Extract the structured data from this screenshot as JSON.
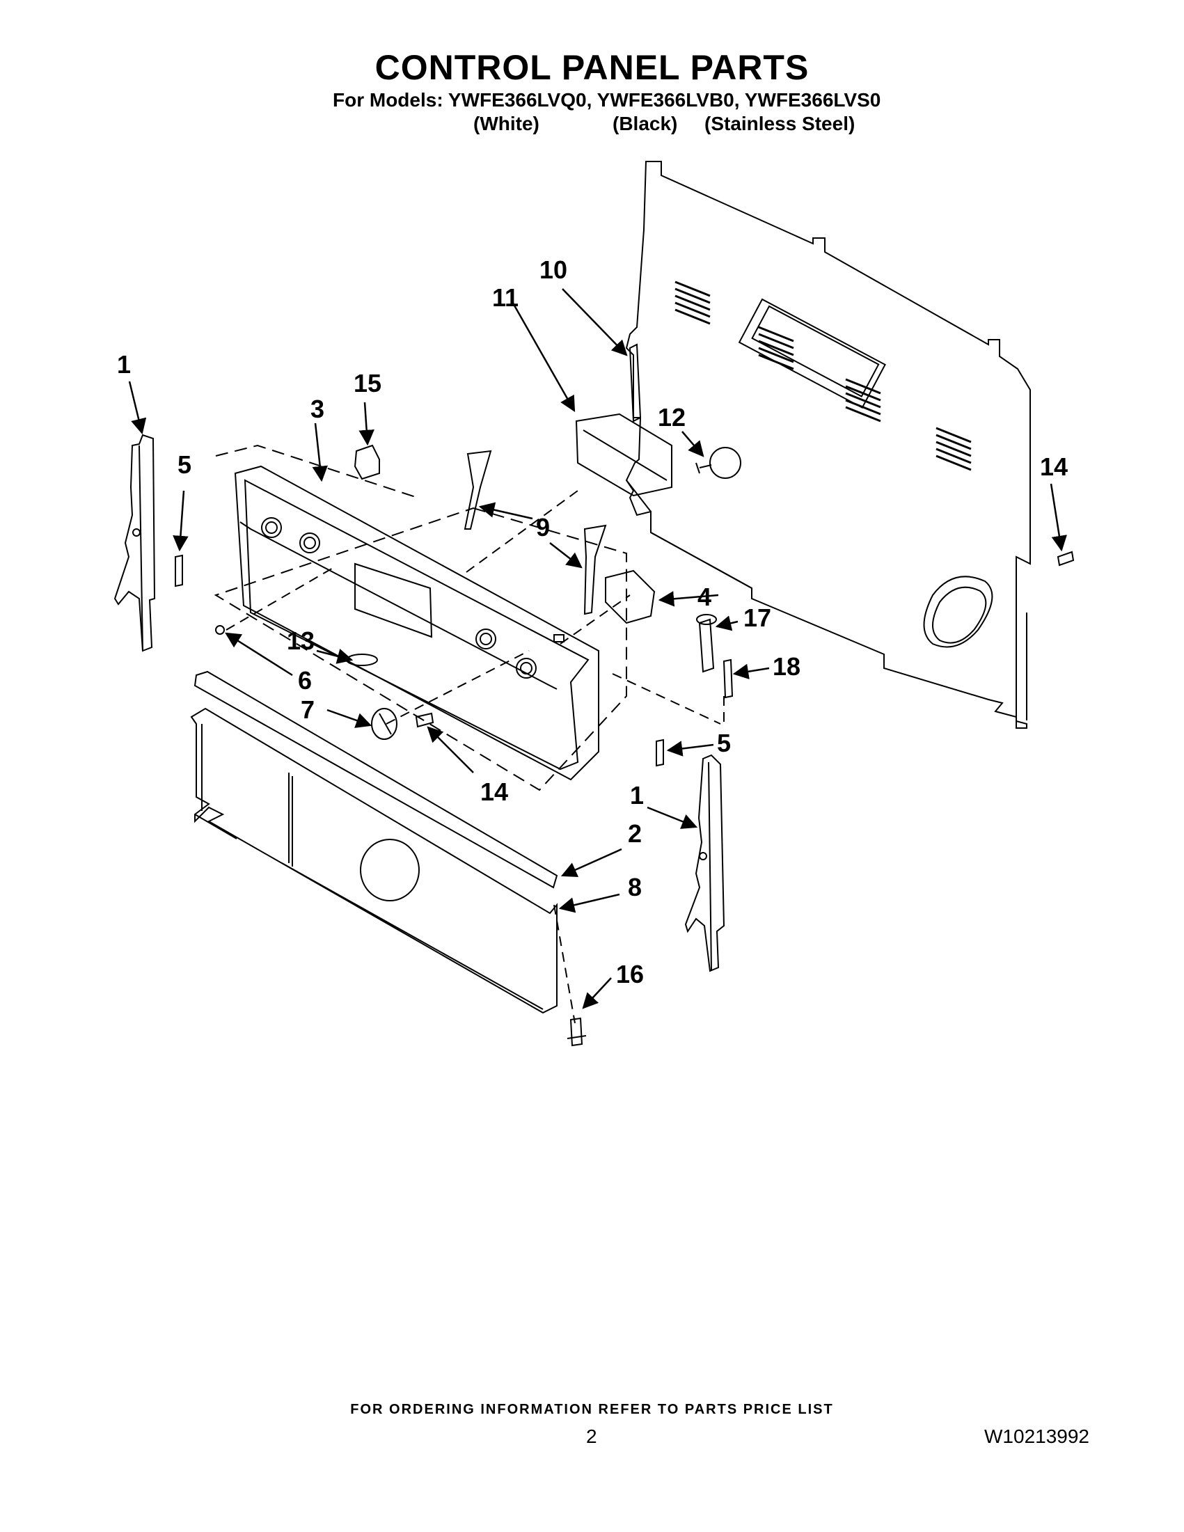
{
  "header": {
    "title": "CONTROL PANEL PARTS",
    "models_line": "For Models: YWFE366LVQ0, YWFE366LVB0, YWFE366LVS0",
    "variants": [
      "(White)",
      "(Black)",
      "(Stainless Steel)"
    ]
  },
  "callouts": [
    "1",
    "15",
    "3",
    "5",
    "10",
    "11",
    "12",
    "9",
    "4",
    "14",
    "13",
    "6",
    "17",
    "18",
    "7",
    "14",
    "5",
    "1",
    "2",
    "8",
    "16"
  ],
  "footer": {
    "ordering_note": "FOR ORDERING INFORMATION REFER TO PARTS PRICE LIST",
    "page_number": "2",
    "document_number": "W10213992"
  }
}
